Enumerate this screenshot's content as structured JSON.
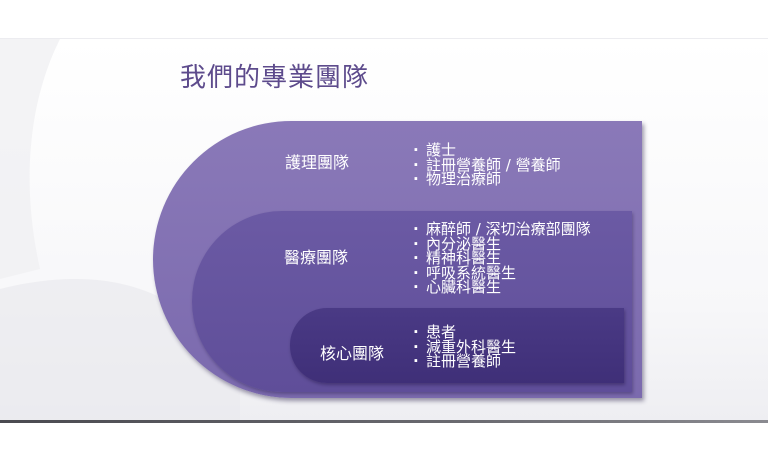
{
  "slide": {
    "title": "我們的專業團隊"
  },
  "tiers": {
    "outer": {
      "label": "護理團隊",
      "items": [
        "護士",
        "註冊營養師 / 營養師",
        "物理治療師"
      ],
      "color": "#7f6eb2"
    },
    "middle": {
      "label": "醫療團隊",
      "items": [
        "麻醉師 / 深切治療部團隊",
        "內分泌醫生",
        "精神科醫生",
        "呼吸系統醫生",
        "心臟科醫生"
      ],
      "color": "#6453a0"
    },
    "inner": {
      "label": "核心團隊",
      "items": [
        "患者",
        "減重外科醫生",
        "註冊營養師"
      ],
      "color": "#45357f"
    }
  },
  "colors": {
    "title": "#5d4b8c",
    "text_on_tier": "#ffffff"
  }
}
